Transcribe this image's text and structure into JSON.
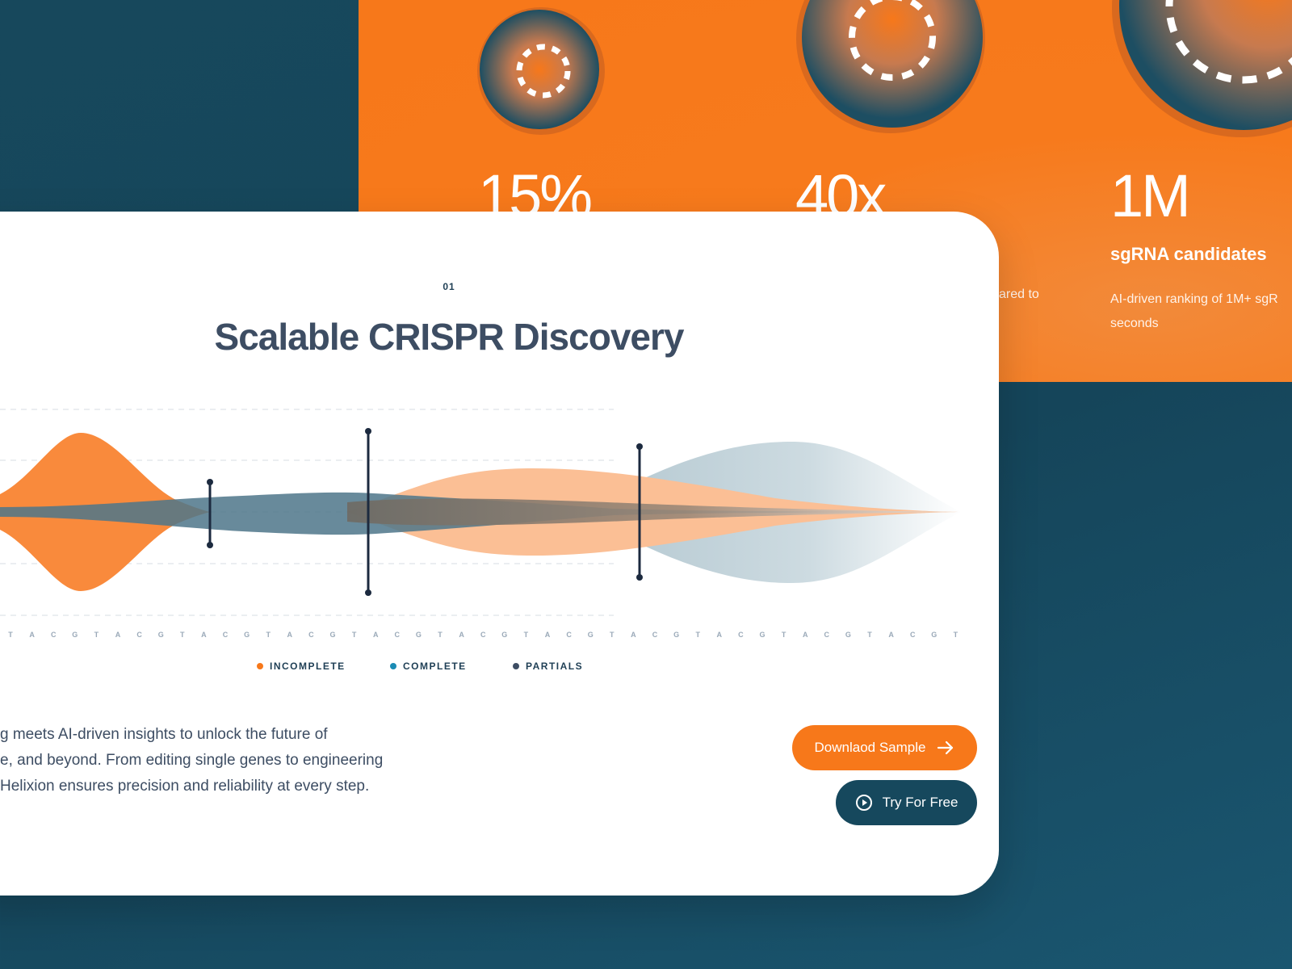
{
  "stats": [
    {
      "value": "15%",
      "title": "",
      "desc": []
    },
    {
      "value": "40x",
      "title": "",
      "desc": [
        "ared to"
      ]
    },
    {
      "value": "1M",
      "title": "sgRNA candidates",
      "desc": [
        "AI-driven ranking of 1M+ sgR",
        "seconds"
      ]
    }
  ],
  "card": {
    "eyebrow": "01",
    "title": "Scalable CRISPR Discovery",
    "sequence": [
      "T",
      "A",
      "C",
      "G",
      "T",
      "A",
      "C",
      "G",
      "T",
      "A",
      "C",
      "G",
      "T",
      "A",
      "C",
      "G",
      "T",
      "A",
      "C",
      "G",
      "T",
      "A",
      "C",
      "G",
      "T",
      "A",
      "C",
      "G",
      "T",
      "A",
      "C",
      "G",
      "T",
      "A",
      "C",
      "G",
      "T",
      "A",
      "C",
      "G",
      "T",
      "A",
      "C",
      "G",
      "T"
    ],
    "legend": [
      {
        "label": "INCOMPLETE",
        "color": "#f7781a"
      },
      {
        "label": "COMPLETE",
        "color": "#1b8bb4"
      },
      {
        "label": "PARTIALS",
        "color": "#3d4d63"
      }
    ],
    "body_lines": [
      "g meets AI-driven insights to unlock the future of",
      "e, and beyond. From editing single genes to engineering",
      "Helixion ensures precision and reliability at every step."
    ],
    "download_label": "Downlaod Sample",
    "try_label": "Try For Free"
  },
  "colors": {
    "orange": "#f7781a",
    "teal": "#16485d",
    "light_orange": "#fbb584",
    "light_teal": "#b9cdd6"
  },
  "icons": [
    "circle-target-icon",
    "arrow-right-icon",
    "play-circle-icon"
  ]
}
